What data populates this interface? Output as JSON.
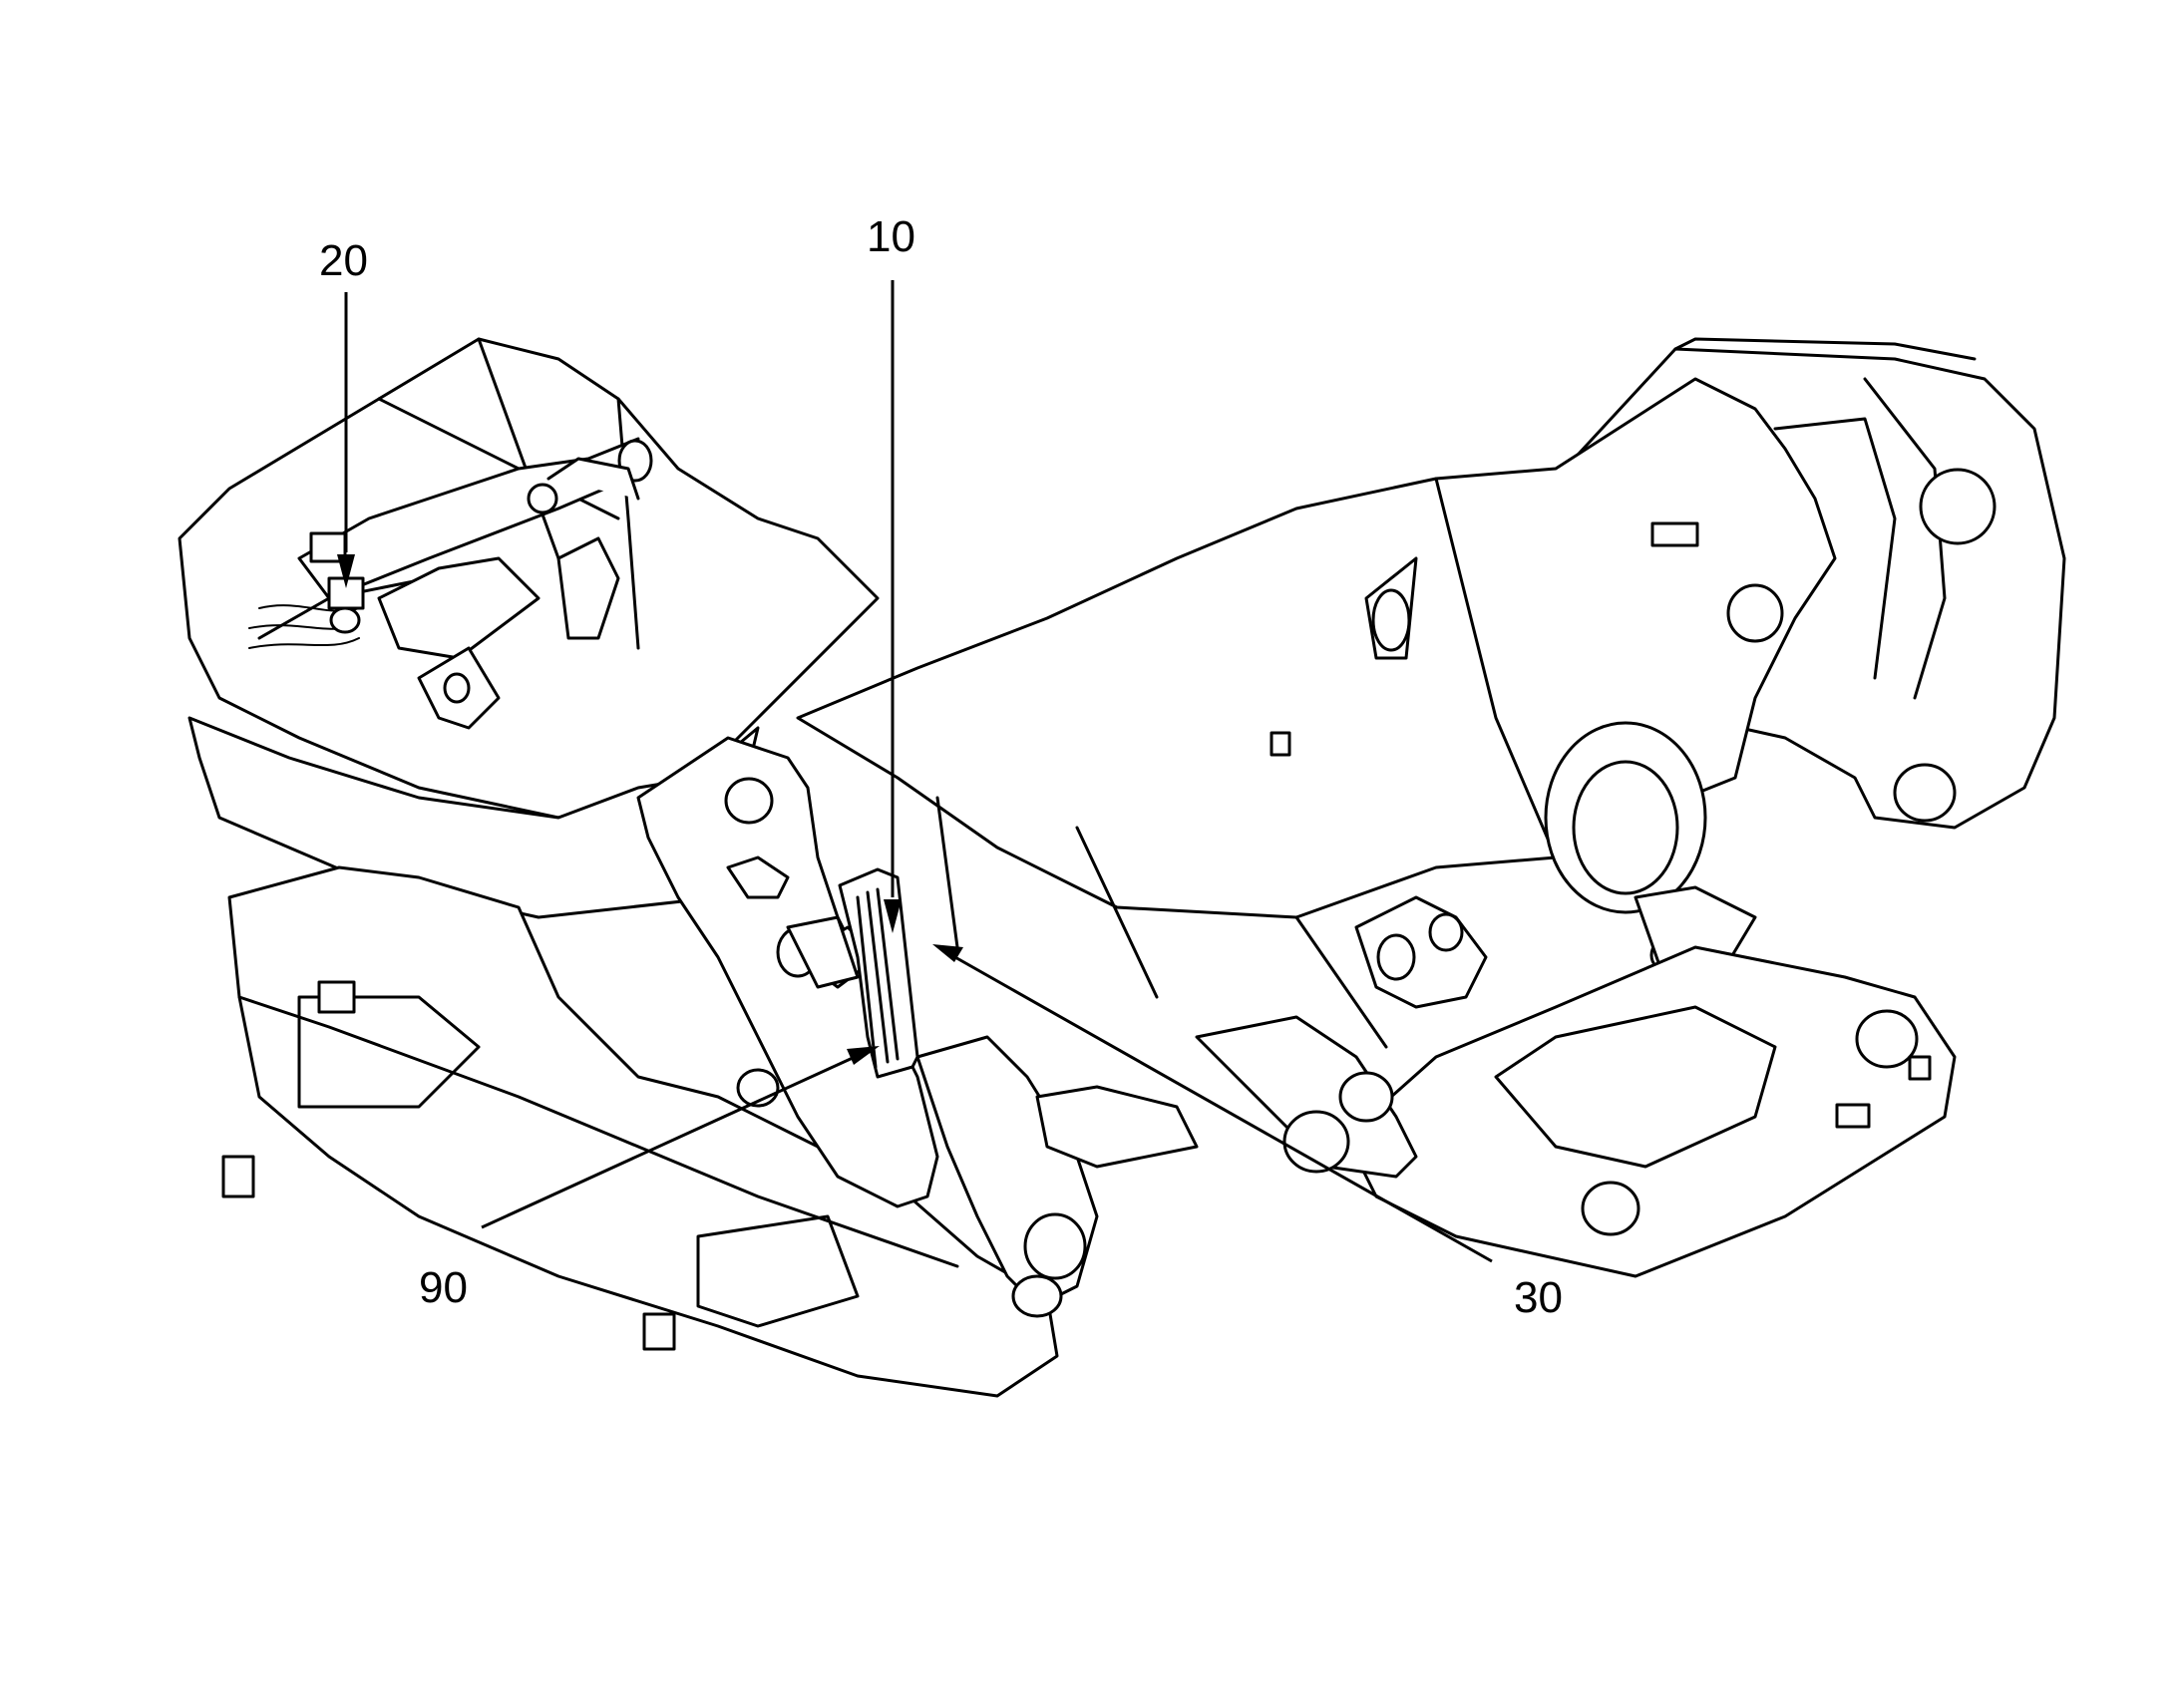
{
  "callouts": [
    {
      "id": "c10",
      "label": "10"
    },
    {
      "id": "c20",
      "label": "20"
    },
    {
      "id": "c30",
      "label": "30"
    },
    {
      "id": "c90",
      "label": "90"
    }
  ],
  "colors": {
    "line": "#000000",
    "background": "#ffffff"
  }
}
